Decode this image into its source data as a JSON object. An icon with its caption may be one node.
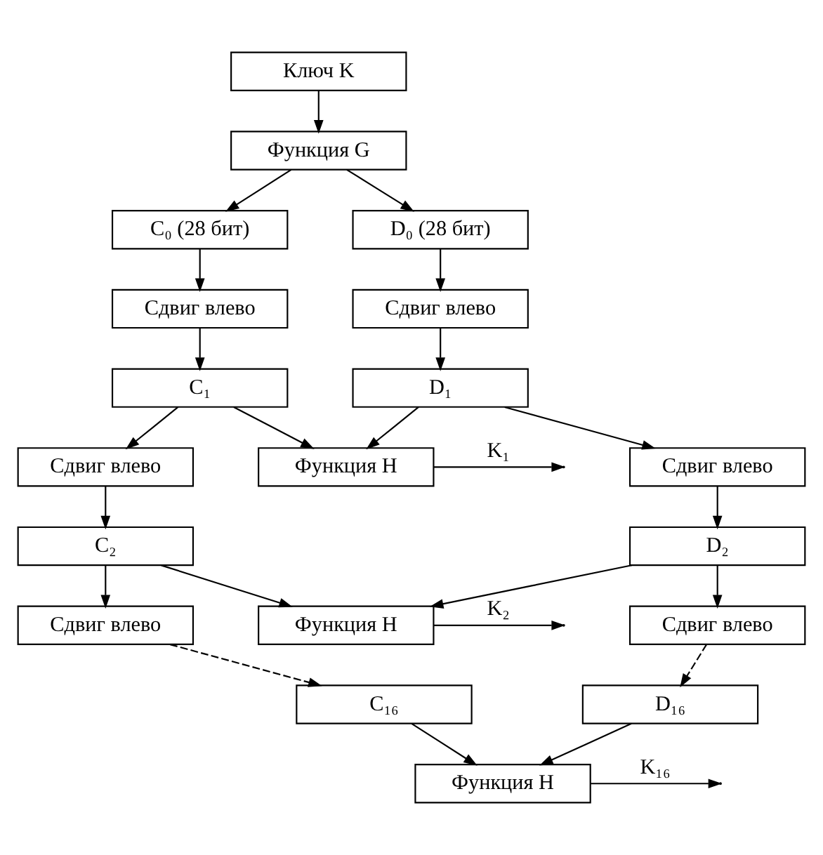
{
  "diagram": {
    "nodes": [
      {
        "text": [
          "Ключ K"
        ]
      },
      {
        "text": [
          "Функция G"
        ]
      },
      {
        "text": [
          "C₀ (28 бит)"
        ]
      },
      {
        "text": [
          "D₀ (28 бит)"
        ]
      },
      {
        "text": [
          "Сдвиг влево"
        ]
      },
      {
        "text": [
          "Сдвиг влево"
        ]
      },
      {
        "text": [
          "C₁"
        ]
      },
      {
        "text": [
          "D₁"
        ]
      },
      {
        "text": [
          "Функция H"
        ]
      },
      {
        "text": [
          "Сдвиг влево"
        ]
      },
      {
        "text": [
          "Сдвиг влево"
        ]
      },
      {
        "text": [
          "C₂"
        ]
      },
      {
        "text": [
          "D₂"
        ]
      },
      {
        "text": [
          "Функция H"
        ]
      },
      {
        "text": [
          "Сдвиг влево"
        ]
      },
      {
        "text": [
          "Сдвиг влево"
        ]
      },
      {
        "text": [
          "C₁₆"
        ]
      },
      {
        "text": [
          "D₁₆"
        ]
      },
      {
        "text": [
          "Функция H"
        ]
      }
    ],
    "edges": [
      {
        "from": 0,
        "to": 1,
        "arrow": "to"
      },
      {
        "from": 1,
        "to": 2,
        "arrow": "to"
      },
      {
        "from": 1,
        "to": 3,
        "arrow": "to"
      },
      {
        "from": 2,
        "to": 4,
        "arrow": "to"
      },
      {
        "from": 3,
        "to": 5,
        "arrow": "to"
      },
      {
        "from": 4,
        "to": 6,
        "arrow": "to"
      },
      {
        "from": 5,
        "to": 7,
        "arrow": "to"
      },
      {
        "from": 6,
        "to": 8,
        "arrow": "to"
      },
      {
        "from": 7,
        "to": 8,
        "arrow": "to"
      },
      {
        "from": 8,
        "to": null,
        "arrow": "to",
        "label": "K₁"
      },
      {
        "from": 6,
        "to": 9,
        "arrow": "to"
      },
      {
        "from": 7,
        "to": 10,
        "arrow": "to"
      },
      {
        "from": 9,
        "to": 11,
        "arrow": "to"
      },
      {
        "from": 10,
        "to": 12,
        "arrow": "to"
      },
      {
        "from": 11,
        "to": 13,
        "arrow": "to"
      },
      {
        "from": 12,
        "to": 13,
        "arrow": "to"
      },
      {
        "from": 13,
        "to": null,
        "arrow": "to",
        "label": "K₂"
      },
      {
        "from": 11,
        "to": 14,
        "arrow": "to"
      },
      {
        "from": 12,
        "to": 15,
        "arrow": "to"
      },
      {
        "from": 14,
        "to": 16,
        "arrow": "to",
        "style": "dashed"
      },
      {
        "from": 15,
        "to": 17,
        "arrow": "to",
        "style": "dashed"
      },
      {
        "from": 16,
        "to": 18,
        "arrow": "to"
      },
      {
        "from": 17,
        "to": 18,
        "arrow": "to"
      },
      {
        "from": 18,
        "to": null,
        "arrow": "to",
        "label": "K₁₆"
      }
    ]
  }
}
